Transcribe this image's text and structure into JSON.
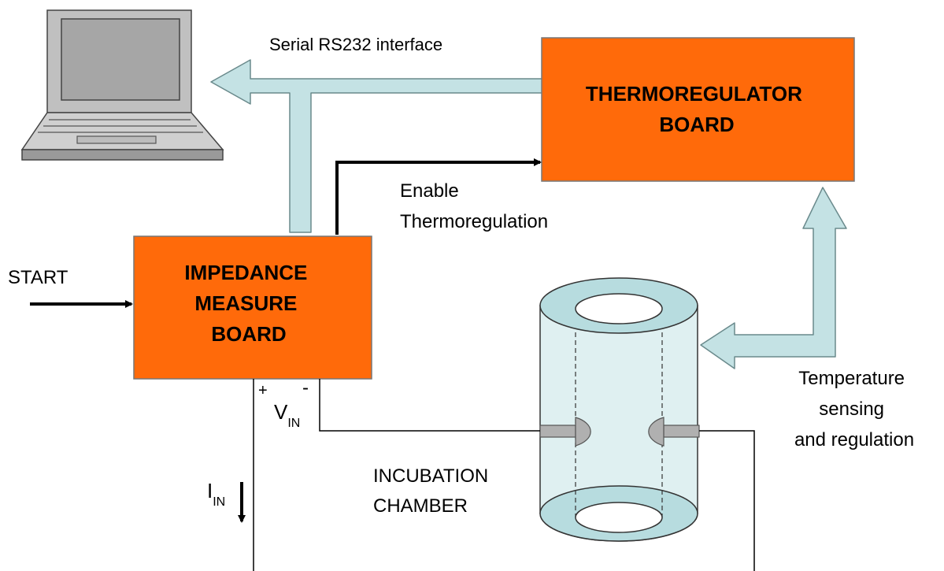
{
  "labels": {
    "serial": "Serial RS232 interface",
    "thermo_board": [
      "THERMOREGULATOR",
      "BOARD"
    ],
    "impedance_board": [
      "IMPEDANCE",
      "MEASURE",
      "BOARD"
    ],
    "enable": [
      "Enable",
      "Thermoregulation"
    ],
    "start": "START",
    "temperature": [
      "Temperature",
      "sensing",
      "and regulation"
    ],
    "chamber": [
      "INCUBATION",
      "CHAMBER"
    ],
    "v_plus": "+",
    "v_minus": "-",
    "v_main": "V",
    "v_sub": "IN",
    "i_main": "I",
    "i_sub": "IN"
  },
  "colors": {
    "board_fill": "#ff6a0a",
    "bus_fill": "#c4e2e4",
    "bus_stroke": "#6a8a8c",
    "chamber_fill": "#dff0f1",
    "ring_fill": "#b7dcdf",
    "laptop_screen": "#a6a6a6",
    "laptop_body": "#c0c0c0"
  },
  "icons": {
    "computer": "laptop-icon"
  }
}
